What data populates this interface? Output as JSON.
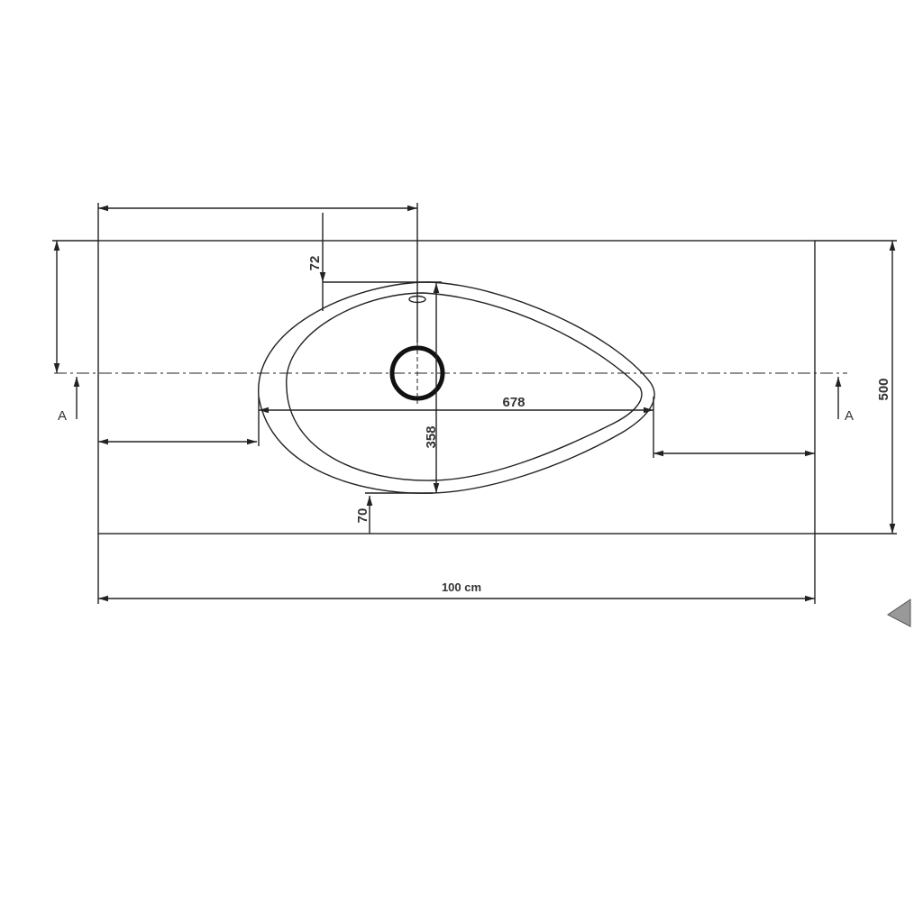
{
  "drawing": {
    "dimensions": {
      "top_offset": "72",
      "basin_length": "678",
      "basin_width": "358",
      "bottom_offset": "70",
      "total_depth": "500",
      "total_width": "100 cm"
    },
    "section_labels": {
      "left": "A",
      "right": "A"
    },
    "colors": {
      "line": "#222222",
      "background": "#ffffff",
      "triangle": "#999999"
    }
  }
}
